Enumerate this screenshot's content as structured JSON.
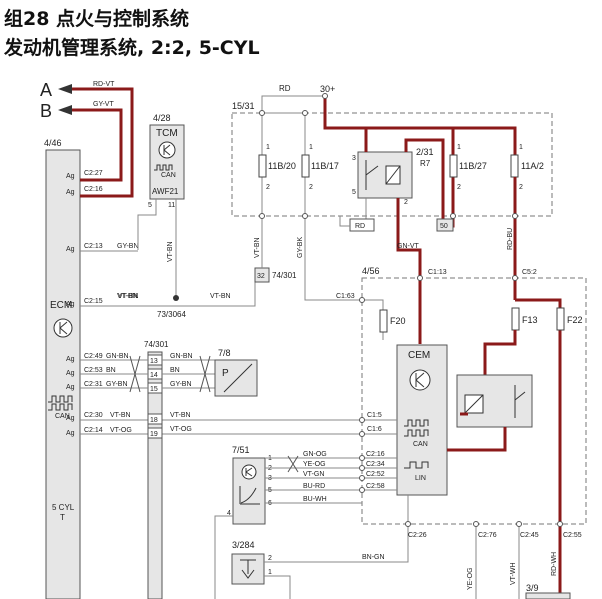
{
  "titles": {
    "line1": "组28 点火与控制系统",
    "line2": "发动机管理系统, 2:2, 5-CYL"
  },
  "left": {
    "arrow_a": "A",
    "arrow_b": "B",
    "rd_vt": "RD-VT",
    "gy_vt": "GY-VT"
  },
  "ecm": {
    "ref": "4/46",
    "name": "ECM",
    "bottom1": "5 CYL",
    "bottom2": "T",
    "pins": [
      {
        "ag": "Ag",
        "pin": "C2:27"
      },
      {
        "ag": "Ag",
        "pin": "C2:16"
      },
      {
        "ag": "Ag",
        "pin": "C2:13",
        "wire": "GY-BN"
      },
      {
        "ag": "Ag",
        "pin": "C2:15",
        "wire": "VT-BN"
      },
      {
        "ag": "Ag",
        "pin": "C2:49",
        "wire": "GN-BN"
      },
      {
        "ag": "Ag",
        "pin": "C2:53",
        "wire": "BN"
      },
      {
        "ag": "Ag",
        "pin": "C2:31",
        "wire": "GY-BN"
      },
      {
        "ag": "Ag",
        "pin": "C2:30",
        "wire": "VT-BN"
      },
      {
        "ag": "Ag",
        "pin": "C2:14",
        "wire": "VT-OG"
      }
    ],
    "can": "CAN"
  },
  "tcm": {
    "ref": "4/28",
    "name": "TCM",
    "can": "CAN",
    "awf": "AWF21",
    "pin5": "5",
    "pin11": "11",
    "vt_bn": "VT-BN"
  },
  "top": {
    "rd": "RD",
    "plus30": "30+",
    "ref1531": "15/31",
    "fuses": [
      "11B/20",
      "11B/17",
      "11B/27",
      "11A/2"
    ],
    "relay_ref": "2/31",
    "relay_name": "R7",
    "rd_label": "RD",
    "box_label": "50",
    "gn_vt": "GN-VT",
    "rd_bu": "RD-BU",
    "vt_bn": "VT-BN",
    "gy_bk": "GY-BK",
    "p1": "1",
    "p2": "2",
    "p3": "3",
    "p5": "5"
  },
  "mid": {
    "conn_num": "32",
    "conn_ref": "74/301",
    "splice": "73/3064",
    "vt_bn1": "VT-BN",
    "vt_bn2": "VT-BN",
    "c163": "C1:63"
  },
  "cem": {
    "ref": "4/56",
    "name": "CEM",
    "c113": "C1:13",
    "c52": "C5:2",
    "fuses": [
      "F20",
      "F13",
      "F22"
    ],
    "c15": "C1:5",
    "c16": "C1:6",
    "can": "CAN",
    "lin": "LIN",
    "c226": "C2:26",
    "c276": "C2:76",
    "c245": "C2:45",
    "c255": "C2:55"
  },
  "conn74": {
    "ref": "74/301",
    "pins": [
      "13",
      "14",
      "15",
      "18",
      "19"
    ],
    "wires": [
      "GN-BN",
      "BN",
      "GY-BN",
      "VT-BN",
      "VT-OG"
    ]
  },
  "sensor78": {
    "ref": "7/8",
    "letter": "P"
  },
  "module751": {
    "ref": "7/51",
    "pins": [
      "1",
      "2",
      "3",
      "5",
      "6",
      "4"
    ],
    "wires": [
      "GN-OG",
      "YE-OG",
      "VT-GN",
      "BU-RD",
      "BU-WH"
    ],
    "cem_pins": [
      "C2:16",
      "C2:34",
      "C2:52",
      "C2:58"
    ]
  },
  "bottom": {
    "ref3284": "3/284",
    "bn_gn": "BN-GN",
    "ye_og": "YE-OG",
    "vt_wh": "VT-WH",
    "rd_wh": "RD-WH",
    "ref39": "3/9"
  }
}
